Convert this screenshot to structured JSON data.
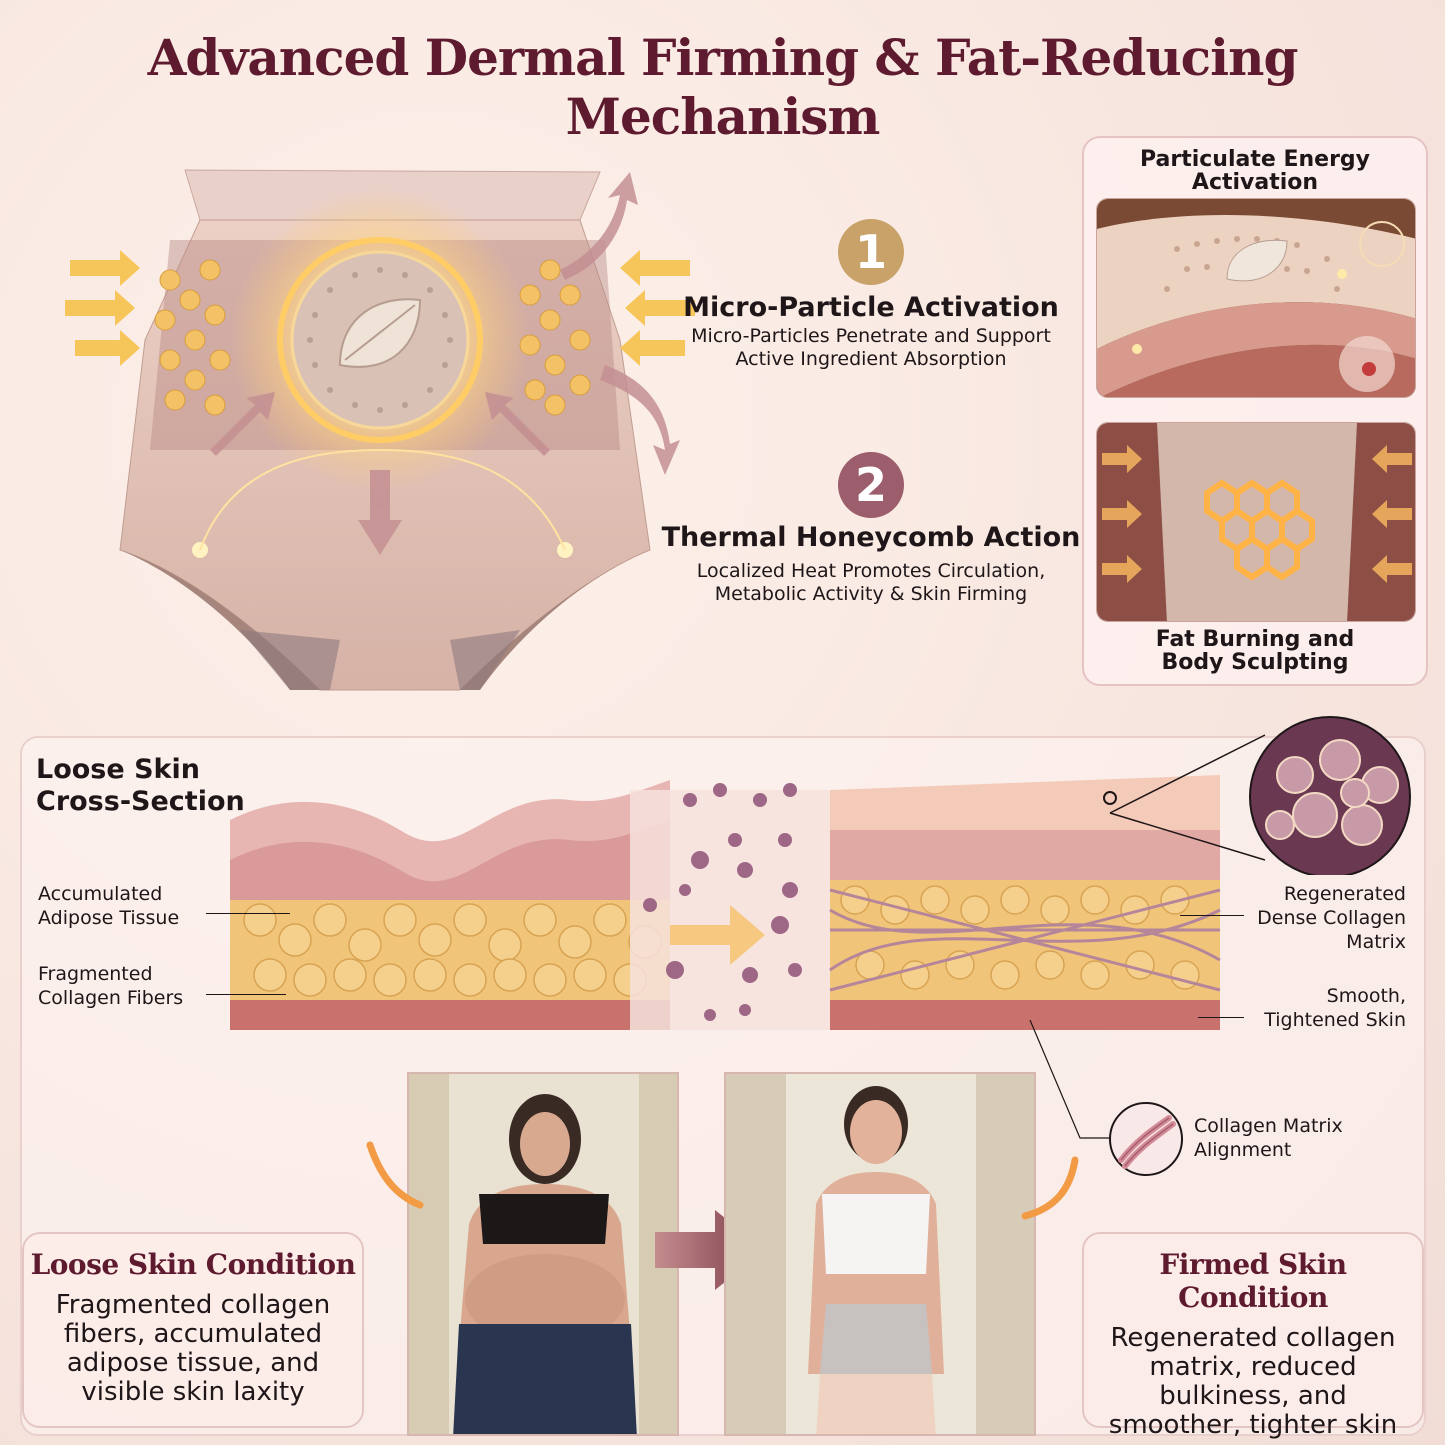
{
  "title": "Advanced Dermal Firming & Fat-Reducing Mechanism",
  "steps": [
    {
      "number": "1",
      "title": "Micro-Particle Activation",
      "desc_line1": "Micro-Particles Penetrate and Support",
      "desc_line2": "Active Ingredient Absorption",
      "color": "#c9a26a"
    },
    {
      "number": "2",
      "title": "Thermal Honeycomb Action",
      "desc_line1": "Localized Heat Promotes Circulation,",
      "desc_line2": "Metabolic Activity & Skin Firming",
      "color": "#9c5d6c"
    }
  ],
  "right_panel": {
    "top_caption_line1": "Particulate Energy",
    "top_caption_line2": "Activation",
    "bottom_caption_line1": "Fat Burning and",
    "bottom_caption_line2": "Body Sculpting"
  },
  "cross_section": {
    "title_line1": "Loose Skin",
    "title_line2": "Cross-Section",
    "left_callouts": [
      {
        "line1": "Accumulated",
        "line2": "Adipose Tissue"
      },
      {
        "line1": "Fragmented",
        "line2": "Collagen Fibers"
      }
    ],
    "right_callouts": [
      {
        "line1": "Regenerated",
        "line2": "Dense Collagen",
        "line3": "Matrix"
      },
      {
        "line1": "Smooth,",
        "line2": "Tightened Skin"
      }
    ],
    "alignment_callout": {
      "line1": "Collagen Matrix",
      "line2": "Alignment"
    }
  },
  "conditions": {
    "loose": {
      "title": "Loose Skin Condition",
      "line1": "Fragmented collagen",
      "line2": "fibers, accumulated",
      "line3": "adipose tissue, and",
      "line4": "visible skin laxity"
    },
    "firmed": {
      "title": "Firmed Skin Condition",
      "line1": "Regenerated collagen",
      "line2": "matrix, reduced",
      "line3": "bulkiness, and",
      "line4": "smoother, tighter skin"
    }
  },
  "colors": {
    "title": "#5e1a2e",
    "accent_gold": "#c9a26a",
    "accent_mauve": "#9c5d6c",
    "fat": "#f0c57a",
    "skin": "#d99a99"
  }
}
